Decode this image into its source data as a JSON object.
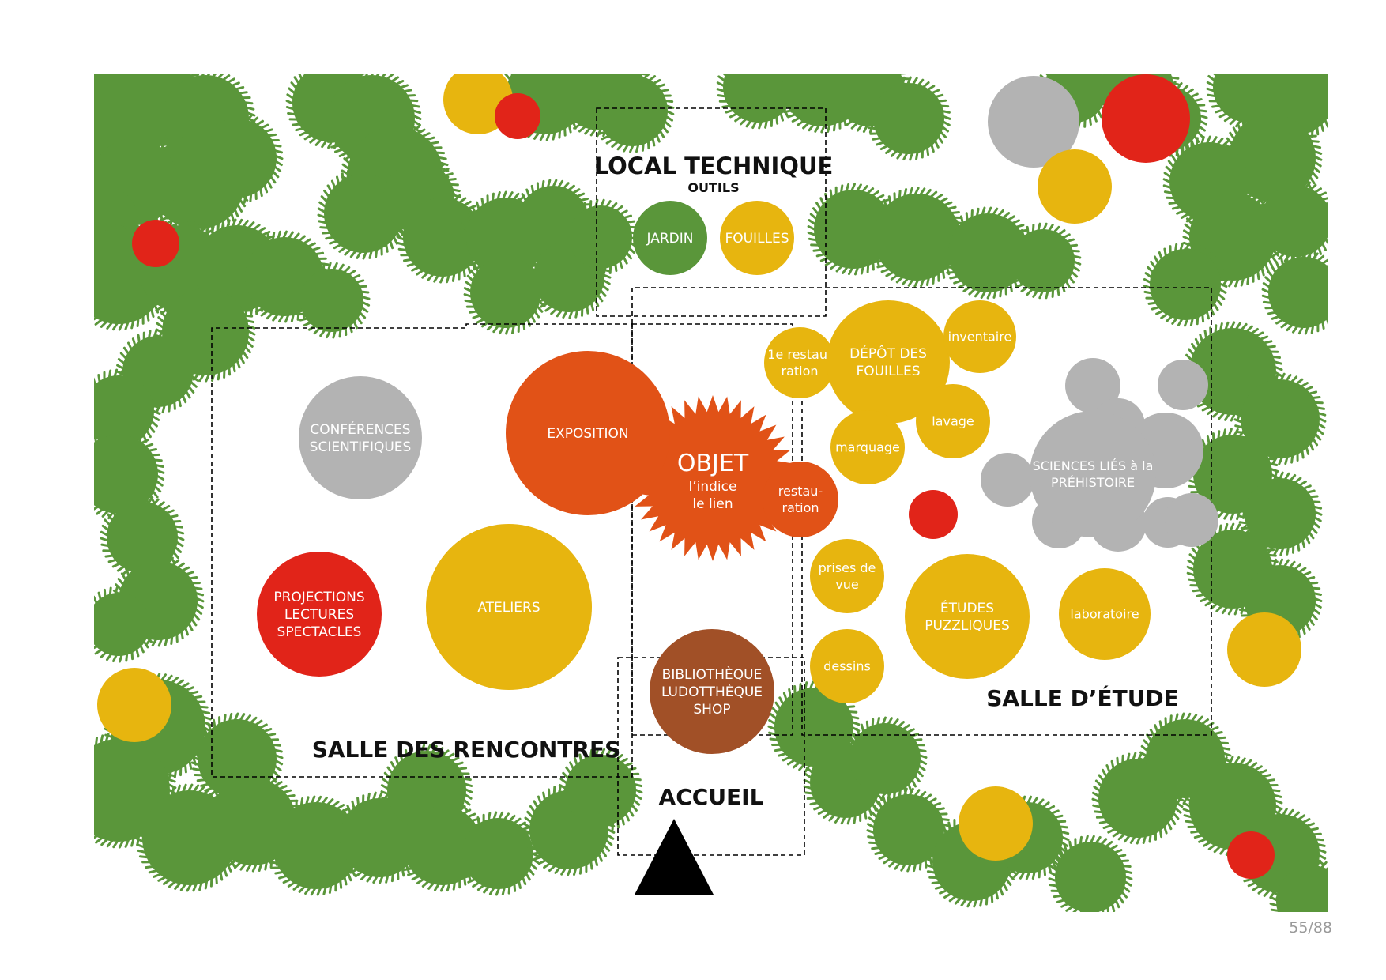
{
  "colors": {
    "green": "#5a963a",
    "yellow": "#e7b50f",
    "red": "#e12419",
    "grey": "#b3b3b3",
    "orange": "#e15217",
    "brown": "#a15027",
    "black": "#000000"
  },
  "zones": {
    "local_technique": "LOCAL TECHNIQUE",
    "local_technique_sub": "OUTILS",
    "salle_rencontres": "SALLE DES RENCONTRES",
    "salle_etude": "SALLE D’ÉTUDE",
    "accueil": "ACCUEIL"
  },
  "bubbles": {
    "jardin": [
      "JARDIN"
    ],
    "fouilles": [
      "FOUILLES"
    ],
    "conferences": [
      "CONFÉRENCES",
      "SCIENTIFIQUES"
    ],
    "exposition": [
      "EXPOSITION"
    ],
    "projections": [
      "PROJECTIONS",
      "LECTURES",
      "SPECTACLES"
    ],
    "ateliers": [
      "ATELIERS"
    ],
    "objet_title": "OBJET",
    "objet_sub": [
      "l’indice",
      "le lien"
    ],
    "restauration": [
      "restau-",
      "ration"
    ],
    "premiere_restauration": [
      "1e restau-",
      "ration"
    ],
    "depot": [
      "DÉPÔT DES",
      "FOUILLES"
    ],
    "inventaire": [
      "inventaire"
    ],
    "lavage": [
      "lavage"
    ],
    "marquage": [
      "marquage"
    ],
    "sciences": [
      "SCIENCES LIÉS à la",
      "PRÉHISTOIRE"
    ],
    "prises_de_vue": [
      "prises de",
      "vue"
    ],
    "dessins": [
      "dessins"
    ],
    "etudes": [
      "ÉTUDES",
      "PUZZLIQUES"
    ],
    "laboratoire": [
      "laboratoire"
    ],
    "bibliotheque": [
      "BIBLIOTHÈQUE",
      "LUDOTTHÈQUE",
      "SHOP"
    ]
  },
  "page_number": "55/88"
}
